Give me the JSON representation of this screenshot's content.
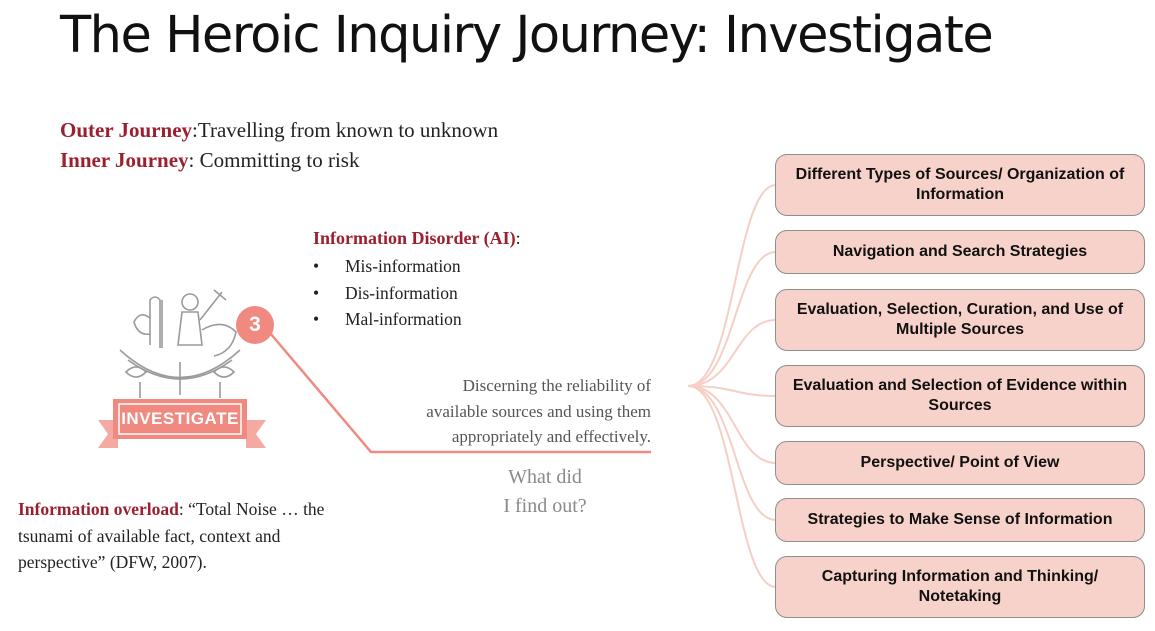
{
  "title": "The Heroic Inquiry Journey: Investigate",
  "outer_journey": {
    "label": "Outer Journey",
    "text": ":Travelling from known to unknown"
  },
  "inner_journey": {
    "label": "Inner Journey",
    "text": ": Committing to risk"
  },
  "info_disorder": {
    "heading": "Information Disorder (AI)",
    "suffix": ":",
    "items": [
      "Mis-information",
      "Dis-information",
      "Mal-information"
    ]
  },
  "badge": {
    "number": "3",
    "banner": "INVESTIGATE"
  },
  "discern_lines": [
    "Discerning the reliability of",
    "available sources and using them",
    "appropriately and effectively."
  ],
  "question_lines": [
    "What did",
    "I find out?"
  ],
  "info_overload": {
    "label": "Information overload",
    "text": ": “Total Noise … the tsunami of available fact, context and perspective” (DFW, 2007)."
  },
  "boxes": [
    "Different Types of Sources/ Organization of Information",
    "Navigation and Search Strategies",
    "Evaluation, Selection, Curation, and Use of Multiple Sources",
    "Evaluation and Selection of Evidence within Sources",
    "Perspective/ Point of View",
    "Strategies to Make Sense of Information",
    "Capturing Information and Thinking/ Notetaking"
  ],
  "colors": {
    "accent": "#f08a80",
    "dark_red": "#9b1f2e",
    "box_fill": "#f7d2ca",
    "connector": "#f5cfc6"
  }
}
